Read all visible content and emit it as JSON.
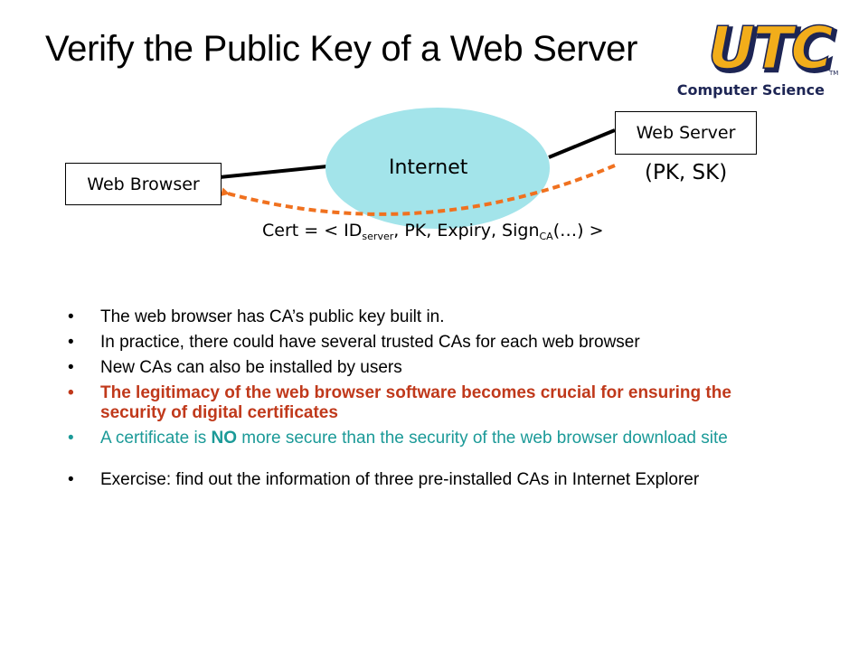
{
  "slide": {
    "title": "Verify the Public Key of a Web Server"
  },
  "logo": {
    "letters": "UTC",
    "tm": "TM",
    "caption": "Computer Science"
  },
  "diagram": {
    "browser_label": "Web Browser",
    "server_label": "Web Server",
    "internet_label": "Internet",
    "keys_label": "(PK, SK)",
    "cert": {
      "prefix": "Cert = < ID",
      "id_sub": "server",
      "middle": ", PK, Expiry, Sign",
      "sign_sub": "CA",
      "suffix": "(…) >"
    }
  },
  "bullets": [
    "The web browser has CA’s public key built in.",
    "In practice, there could have several trusted CAs for each web browser",
    "New CAs can also be installed by users",
    "The legitimacy of the web browser software becomes crucial for ensuring the security of digital certificates",
    {
      "before": "A certificate is ",
      "emph": "NO",
      "after": " more secure than the security of the web browser download site"
    },
    "Exercise: find out the information of three pre-installed CAs in Internet Explorer"
  ],
  "colors": {
    "cloud": "#a3e4ea",
    "arrow": "#f0711f",
    "bullet_red": "#c0391b",
    "bullet_teal": "#1b9a98",
    "logo_gold": "#f2ad1a",
    "logo_navy": "#1d2554"
  }
}
